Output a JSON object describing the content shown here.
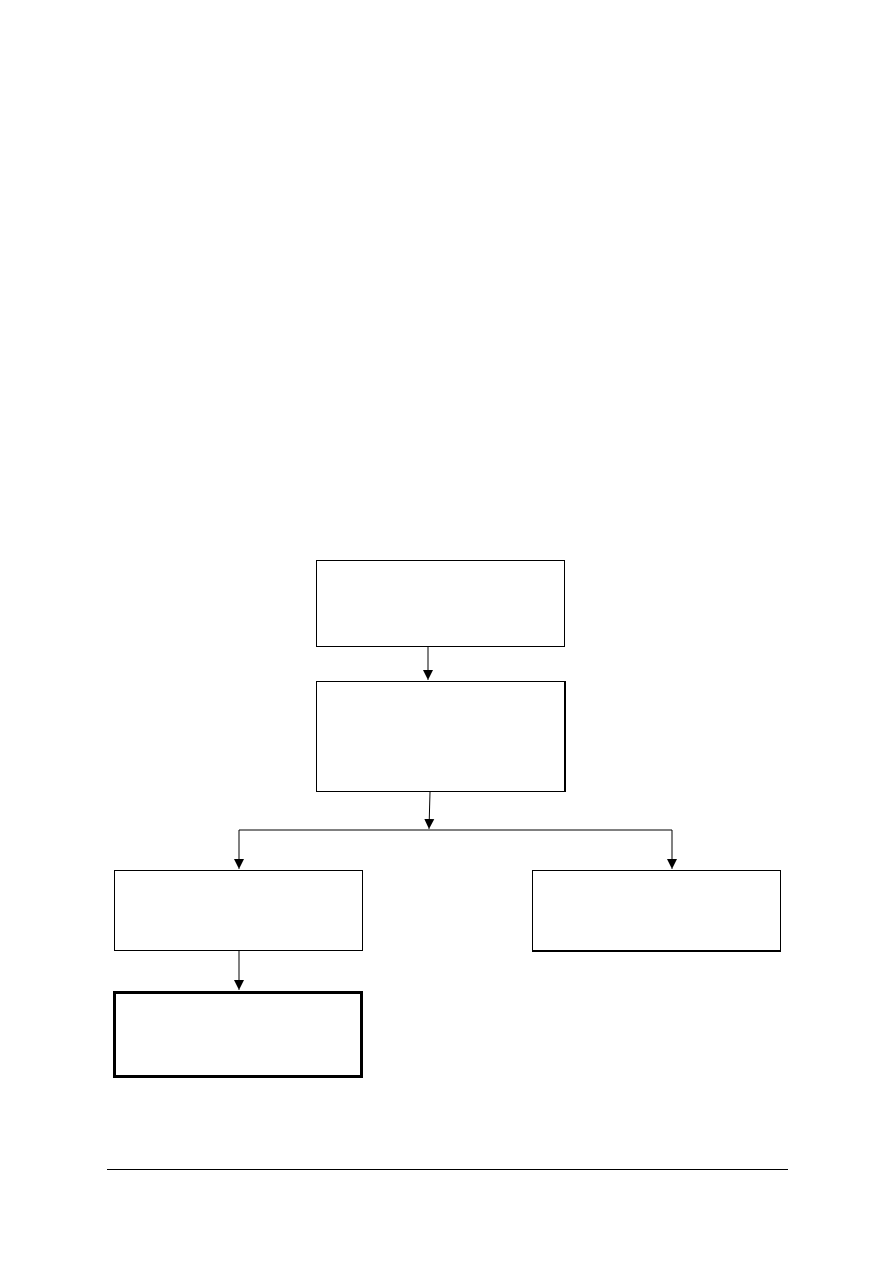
{
  "diagram": {
    "nodes": [
      {
        "id": "top",
        "label": ""
      },
      {
        "id": "second",
        "label": ""
      },
      {
        "id": "left",
        "label": ""
      },
      {
        "id": "right",
        "label": ""
      },
      {
        "id": "bottom",
        "label": ""
      }
    ],
    "edges": [
      {
        "from": "top",
        "to": "second"
      },
      {
        "from": "second",
        "to": "left"
      },
      {
        "from": "second",
        "to": "right"
      },
      {
        "from": "left",
        "to": "bottom"
      }
    ]
  }
}
